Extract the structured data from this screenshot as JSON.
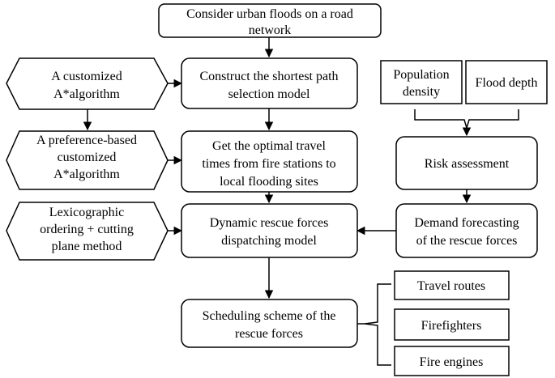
{
  "nodes": {
    "urban_floods": [
      "Consider urban floods on a road",
      "network"
    ],
    "shortest_path": [
      "Construct the shortest path",
      "selection model"
    ],
    "optimal_times": [
      "Get the optimal travel",
      "times from fire stations to",
      "local flooding sites"
    ],
    "dispatch_model": [
      "Dynamic rescue forces",
      "dispatching model"
    ],
    "scheduling": [
      "Scheduling scheme of the",
      "rescue forces"
    ],
    "astar": [
      "A customized",
      "A*algorithm"
    ],
    "pref_astar": [
      "A preference-based",
      "customized",
      "A*algorithm"
    ],
    "lexicographic": [
      "Lexicographic",
      "ordering + cutting",
      "plane method"
    ],
    "population": [
      "Population",
      "density"
    ],
    "flood_depth": [
      "Flood depth"
    ],
    "risk": [
      "Risk assessment"
    ],
    "demand": [
      "Demand forecasting",
      "of the rescue forces"
    ],
    "routes": [
      "Travel routes"
    ],
    "firefighters": [
      "Firefighters"
    ],
    "engines": [
      "Fire engines"
    ]
  }
}
